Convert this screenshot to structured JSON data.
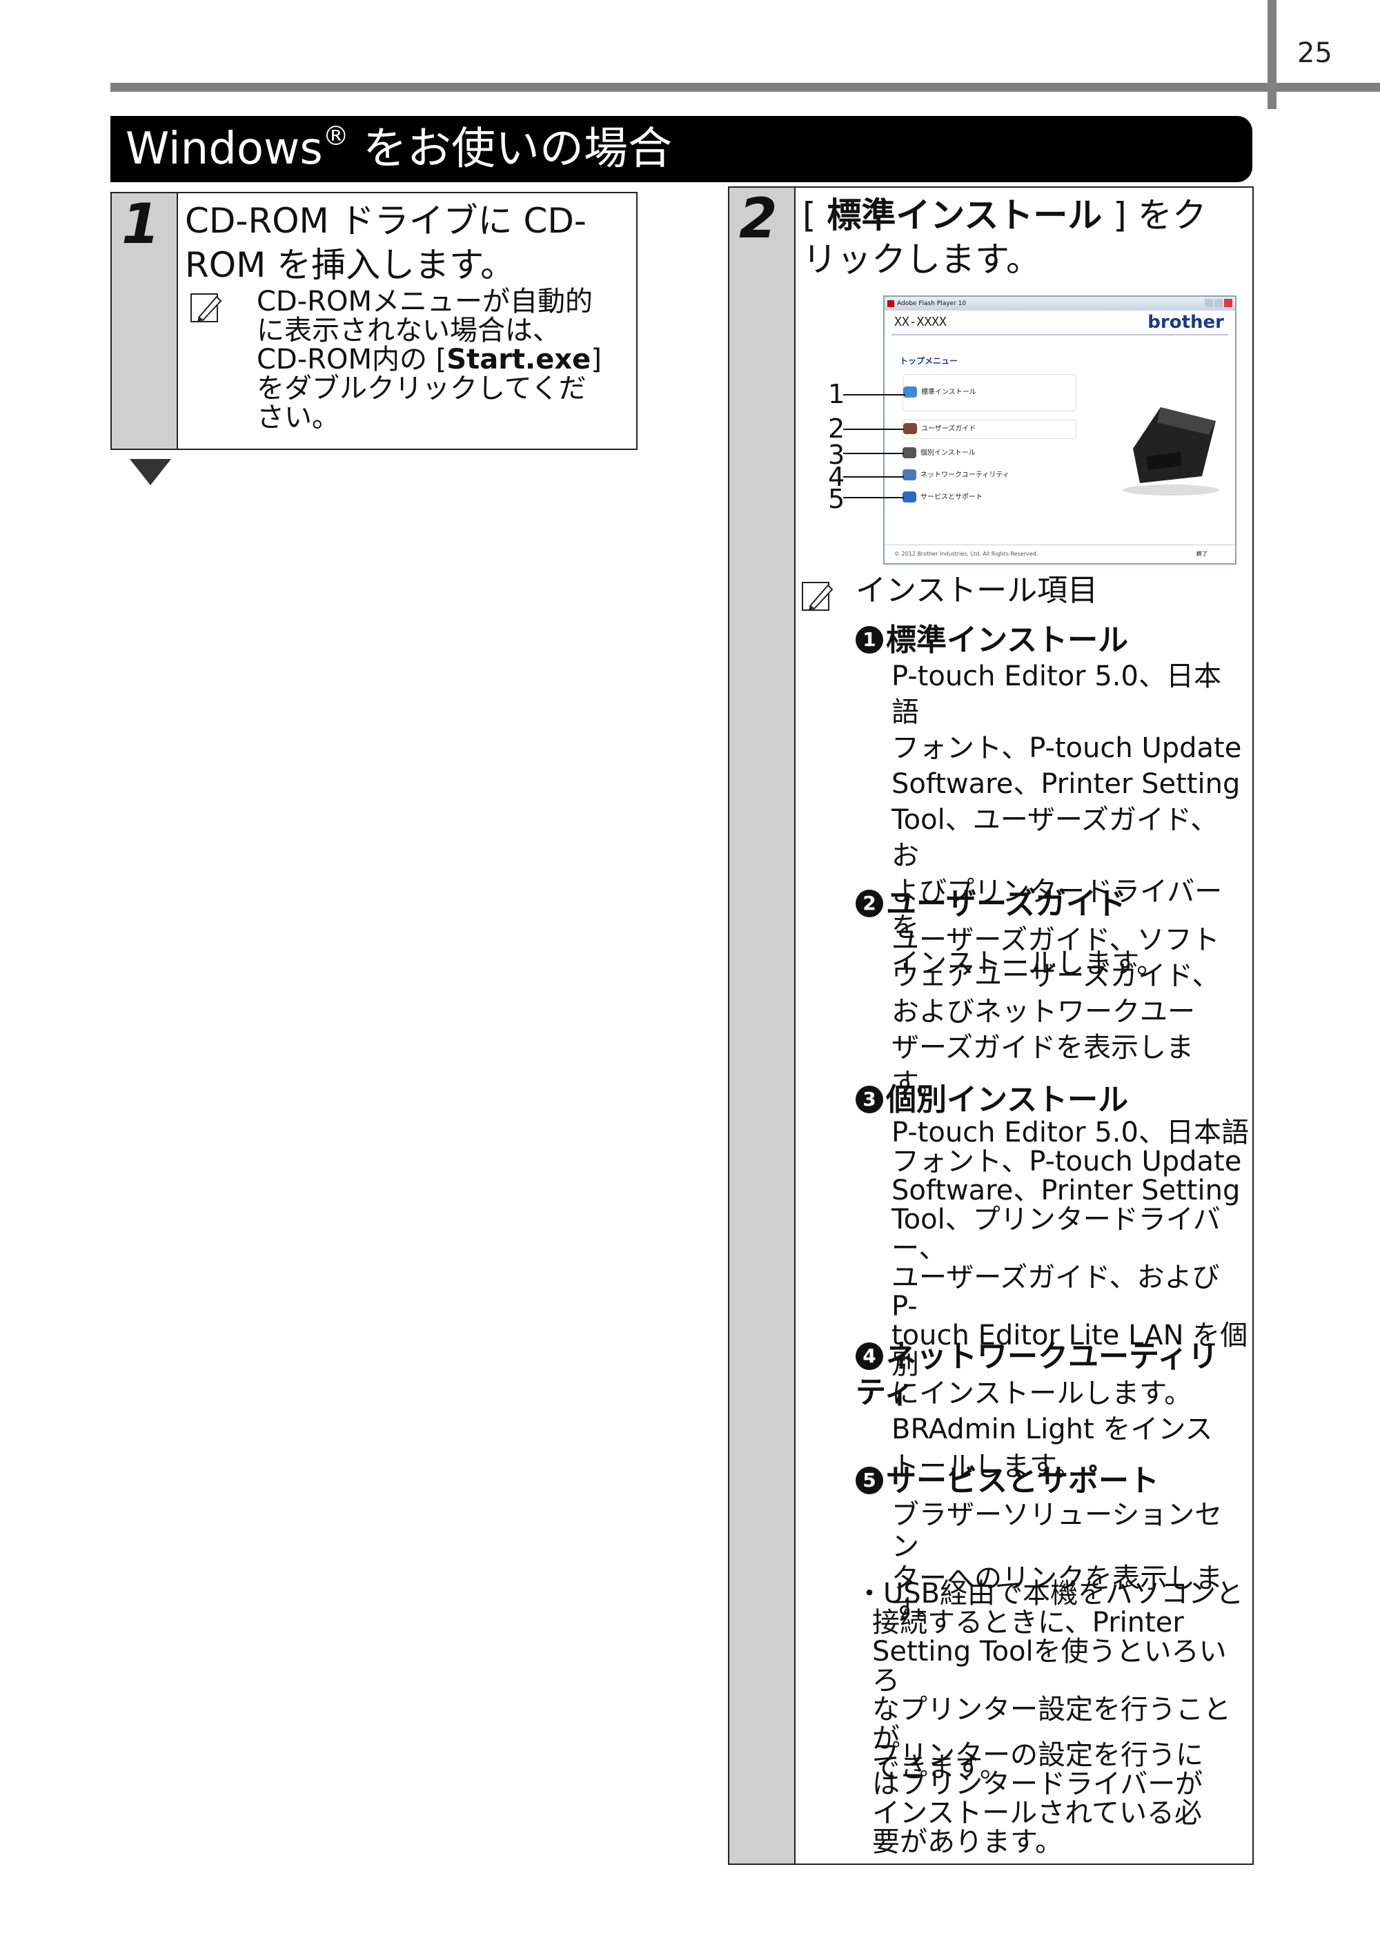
{
  "header": {
    "page_number": "25",
    "section_title": "Windows",
    "section_title_sup": "®",
    "section_title_rest": " をお使いの場合"
  },
  "step1": {
    "number": "1",
    "text": "CD-ROM ドライブに CD-ROM を挿入します。",
    "note_line1": "CD-ROMメニューが自動的",
    "note_line2": "に表示されない場合は、",
    "note_line3_pre": "CD-ROM内の [",
    "note_line3_bold": "Start.exe",
    "note_line3_post": "]",
    "note_line4": "をダブルクリックしてくだ",
    "note_line5": "さい。"
  },
  "step2": {
    "number": "2",
    "text_pre": "[ ",
    "text_bold": "標準インストール",
    "text_post": " ] をク",
    "text_line2": "リックします。",
    "screenshot": {
      "titlebar": "Adobe Flash Player 10",
      "model": "XX-XXXX",
      "brand": "brother",
      "top_menu": "トップメニュー",
      "menu_items": [
        "標準インストール",
        "ユーザーズガイド",
        "個別インストール",
        "ネットワークユーティリティ",
        "サービスとサポート"
      ],
      "footer_copyright": "© 2012 Brother Industries, Ltd. All Rights Reserved.",
      "footer_exit": "終了",
      "callouts": [
        "1",
        "2",
        "3",
        "4",
        "5"
      ]
    },
    "note_heading": "インストール項目",
    "items": [
      {
        "num": "1",
        "title": "標準インストール",
        "lines": [
          "P-touch Editor 5.0、日本語",
          "フォント、P-touch Update",
          "Software、Printer Setting",
          "Tool、ユーザーズガイド、お",
          "よびプリンタードライバーを",
          "インストールします。"
        ]
      },
      {
        "num": "2",
        "title": "ユーザーズガイド",
        "lines": [
          "ユーザーズガイド、ソフト",
          "ウェアユーザーズガイド、",
          "およびネットワークユー",
          "ザーズガイドを表示します。"
        ]
      },
      {
        "num": "3",
        "title": "個別インストール",
        "lines": [
          "P-touch Editor 5.0、日本語",
          "フォント、P-touch Update",
          "Software、Printer Setting",
          "Tool、プリンタードライバー、",
          "ユーザーズガイド、および P-",
          "touch Editor Lite LAN を個別",
          "にインストールします。"
        ]
      },
      {
        "num": "4",
        "title": "ネットワークユーティリティ",
        "lines": [
          "BRAdmin Light をインス",
          "トールします。"
        ]
      },
      {
        "num": "5",
        "title": "サービスとサポート",
        "lines": [
          "ブラザーソリューションセン",
          "ターへのリンクを表示します。"
        ]
      }
    ],
    "bullet_lines": [
      "・USB経由で本機をパソコンと",
      "接続するときに、Printer",
      "Setting Toolを使うといろいろ",
      "なプリンター設定を行うことが",
      "できます。"
    ],
    "para_lines": [
      "プリンターの設定を行うに",
      "はプリンタードライバーが",
      "インストールされている必",
      "要があります。"
    ]
  }
}
